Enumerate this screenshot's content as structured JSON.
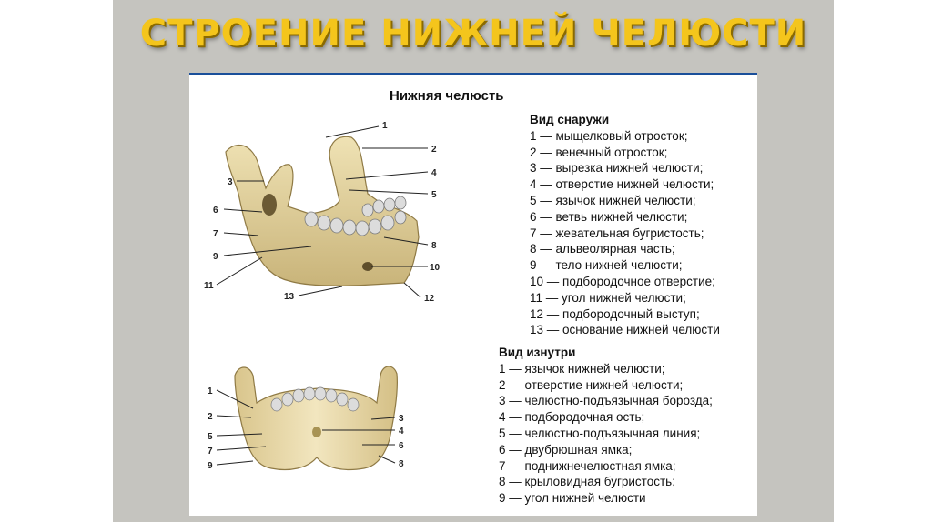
{
  "slide": {
    "title": "СТРОЕНИЕ НИЖНЕЙ ЧЕЛЮСТИ",
    "title_color": "#f4c51c",
    "background": "#c5c4bf",
    "accent": "#1a4f9a"
  },
  "figure": {
    "caption": "Нижняя челюсть",
    "outer_numbers": [
      "1",
      "2",
      "3",
      "4",
      "5",
      "6",
      "7",
      "8",
      "9",
      "10",
      "11",
      "12",
      "13"
    ],
    "inner_numbers": [
      "1",
      "2",
      "3",
      "4",
      "5",
      "6",
      "7",
      "8",
      "9"
    ]
  },
  "legend_outer": {
    "heading": "Вид снаружи",
    "items": [
      "1 — мыщелковый отросток;",
      "2 — венечный отросток;",
      "3 — вырезка нижней челюсти;",
      "4 — отверстие нижней челюсти;",
      "5 — язычок нижней челюсти;",
      "6 — ветвь нижней челюсти;",
      "7 — жевательная бугристость;",
      "8 — альвеолярная часть;",
      "9 — тело нижней челюсти;",
      "10 — подбородочное отверстие;",
      "11 — угол нижней челюсти;",
      "12 — подбородочный выступ;",
      "13 — основание нижней челюсти"
    ]
  },
  "legend_inner": {
    "heading": "Вид изнутри",
    "items": [
      "1 — язычок нижней челюсти;",
      "2 — отверстие нижней челюсти;",
      "3 — челюстно-подъязычная борозда;",
      "4 — подбородочная ость;",
      "5 — челюстно-подъязычная линия;",
      "6 — двубрюшная ямка;",
      "7 — поднижнечелюстная ямка;",
      "8 — крыловидная бугристость;",
      "9 — угол нижней челюсти"
    ]
  }
}
